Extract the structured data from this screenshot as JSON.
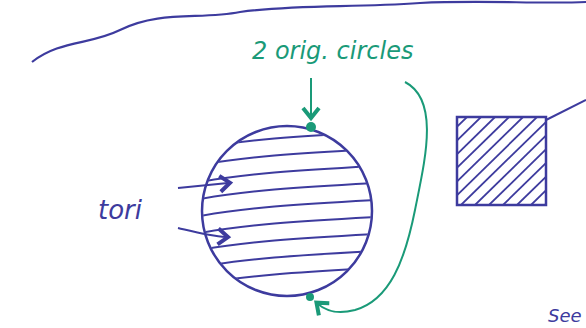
{
  "diagram": {
    "labels": [
      "2 orig. circles",
      "tori",
      "See"
    ]
  }
}
